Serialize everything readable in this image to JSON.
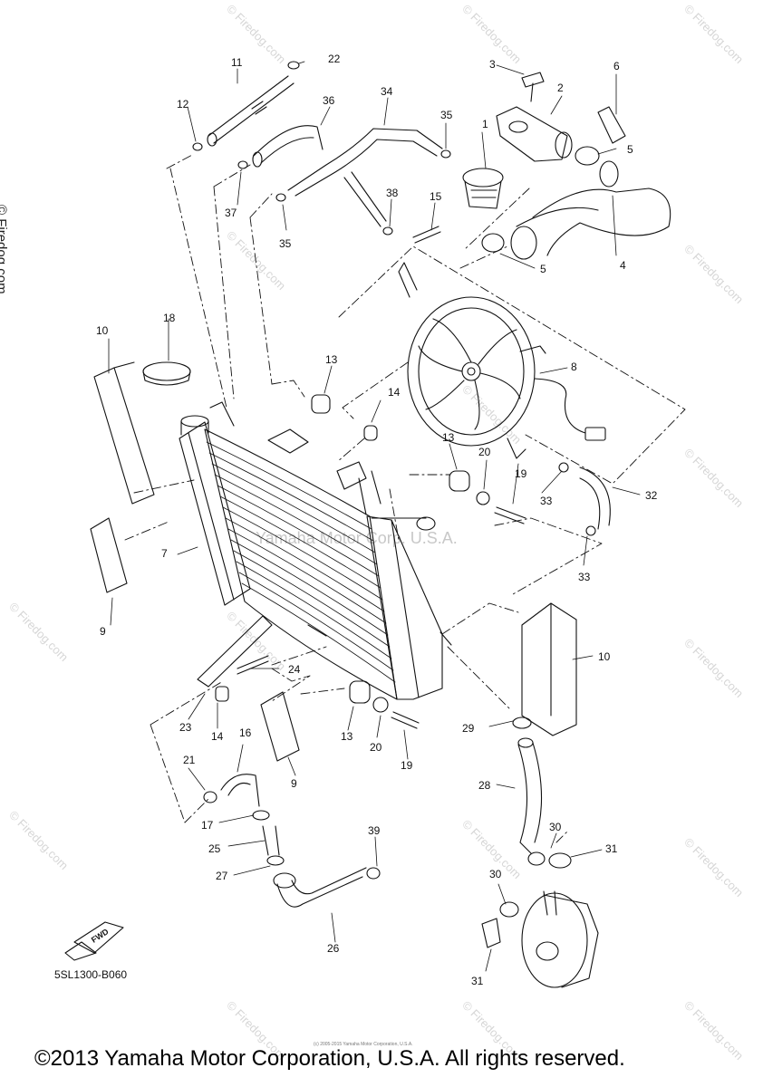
{
  "diagram": {
    "code": "5SL1300-B060",
    "fwd_label": "FWD",
    "copyright": "©2013 Yamaha Motor Corporation, U.S.A. All rights reserved.",
    "center_watermark": "Yamaha Motor Corp. U.S.A.",
    "tiny_note": "(c) 2005-2015 Yamaha Motor Corporation, U.S.A.",
    "side_watermark": "© Firedog.com",
    "watermark": "© Firedog.com"
  },
  "part_numbers": [
    "1",
    "2",
    "3",
    "4",
    "5",
    "5",
    "6",
    "7",
    "8",
    "9",
    "9",
    "10",
    "10",
    "11",
    "12",
    "13",
    "13",
    "13",
    "14",
    "14",
    "15",
    "16",
    "17",
    "18",
    "19",
    "19",
    "20",
    "20",
    "21",
    "22",
    "23",
    "24",
    "25",
    "26",
    "27",
    "28",
    "29",
    "30",
    "30",
    "31",
    "31",
    "32",
    "33",
    "33",
    "34",
    "35",
    "35",
    "36",
    "37",
    "38",
    "39"
  ]
}
